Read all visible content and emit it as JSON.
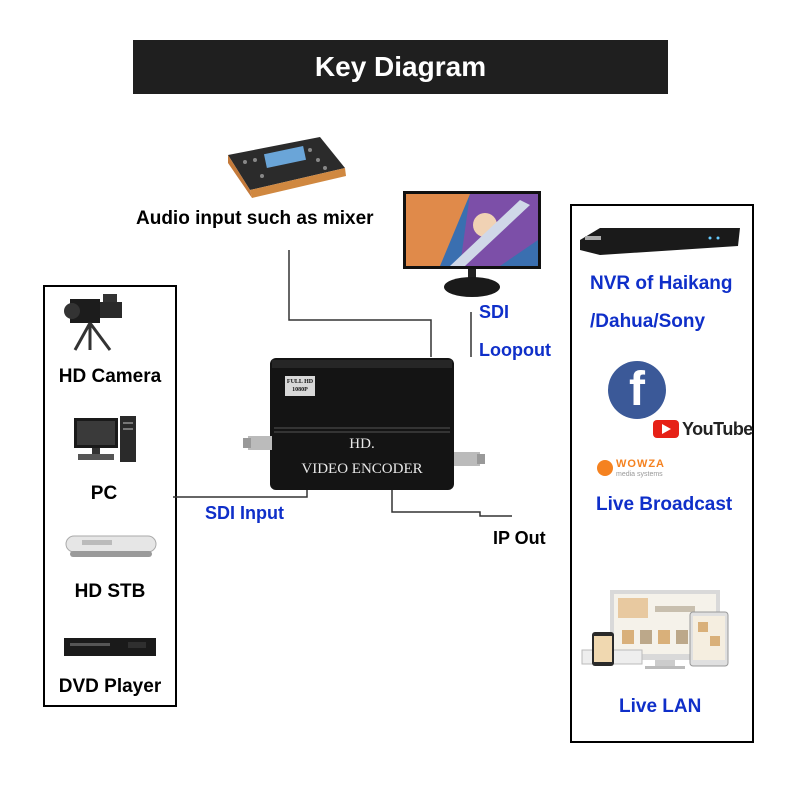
{
  "title": "Key Diagram",
  "left_devices": [
    {
      "icon": "video-camera-icon",
      "label": "HD Camera"
    },
    {
      "icon": "desktop-pc-icon",
      "label": "PC"
    },
    {
      "icon": "set-top-box-icon",
      "label": "HD STB"
    },
    {
      "icon": "dvd-player-icon",
      "label": "DVD Player"
    }
  ],
  "audio_label": "Audio input such as mixer",
  "sdi_input_label": "SDI Input",
  "sdi_label": "SDI",
  "loopout_label": "Loopout",
  "ip_out_label": "IP Out",
  "encoder": {
    "badge_line1": "FULL HD",
    "badge_line2": "1080P",
    "line1": "HD.",
    "line2": "VIDEO ENCODER"
  },
  "right_outputs": {
    "nvr_line1": "NVR of Haikang",
    "nvr_line2": "/Dahua/Sony",
    "facebook_letter": "f",
    "youtube_text": "YouTube",
    "wowza_name": "WOWZA",
    "wowza_sub": "media systems",
    "live_broadcast": "Live Broadcast",
    "live_lan": "Live LAN"
  },
  "colors": {
    "blue_text": "#0f2fc9",
    "title_bg": "#1f1f1f",
    "facebook": "#3b5998",
    "youtube": "#e62117",
    "wowza": "#f58220"
  }
}
